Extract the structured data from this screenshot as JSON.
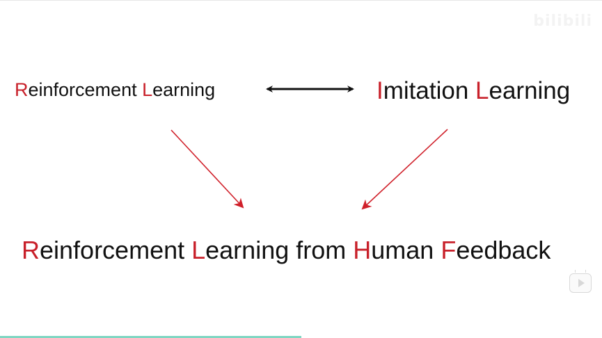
{
  "diagram": {
    "rl": {
      "initial_r": "R",
      "rest_r": "einforcement ",
      "initial_l": "L",
      "rest_l": "earning"
    },
    "il": {
      "initial_i": "I",
      "rest_i": "mitation ",
      "initial_l": "L",
      "rest_l": "earning"
    },
    "rlhf": {
      "initial_r": "R",
      "rest_r": "einforcement ",
      "initial_l": "L",
      "rest_l": "earning from ",
      "initial_h": "H",
      "rest_h": "uman ",
      "initial_f": "F",
      "rest_f": "eedback"
    }
  },
  "watermark": {
    "text": "bilibili"
  },
  "progress": {
    "fraction": 0.5
  },
  "colors": {
    "accent_red": "#c8202a",
    "text": "#111111",
    "double_arrow": "#111111",
    "red_arrow": "#d0202a",
    "progress": "#7fd6c2"
  }
}
